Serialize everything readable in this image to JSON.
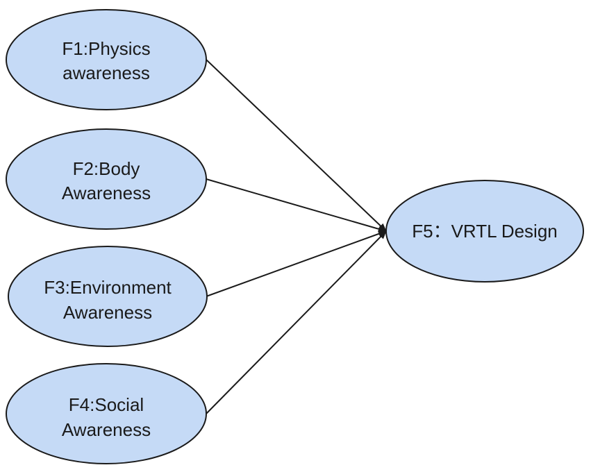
{
  "diagram": {
    "colors": {
      "node_fill": "#c5daf6",
      "stroke": "#1a1a1a",
      "background": "#ffffff"
    },
    "nodes": {
      "f1": {
        "line1": "F1:Physics",
        "line2": "awareness"
      },
      "f2": {
        "line1": "F2:Body",
        "line2": "Awareness"
      },
      "f3": {
        "line1": "F3:Environment",
        "line2": "Awareness"
      },
      "f4": {
        "line1": "F4:Social",
        "line2": "Awareness"
      },
      "f5": {
        "label": "F5：VRTL Design"
      }
    },
    "edges": [
      {
        "from": "f1",
        "to": "f5"
      },
      {
        "from": "f2",
        "to": "f5"
      },
      {
        "from": "f3",
        "to": "f5"
      },
      {
        "from": "f4",
        "to": "f5"
      }
    ]
  }
}
